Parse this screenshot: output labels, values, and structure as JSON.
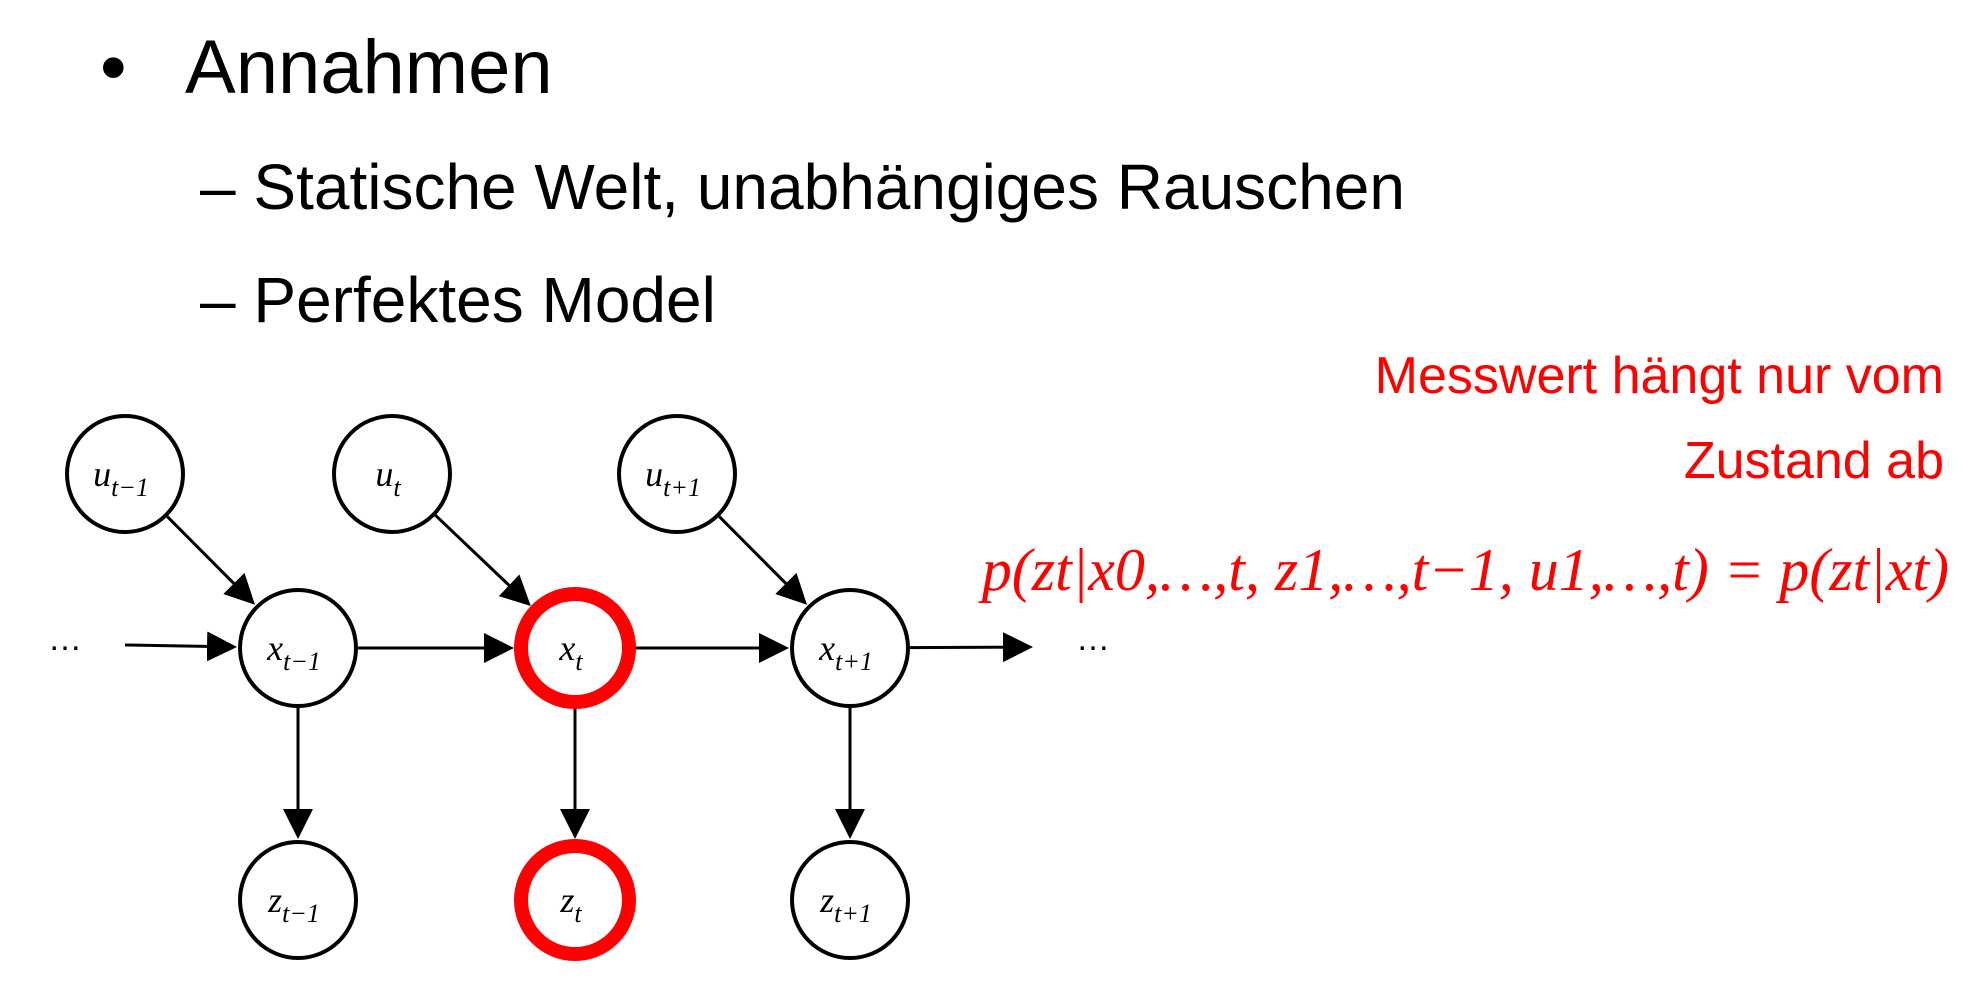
{
  "bullets": {
    "main": "Annahmen",
    "sub": [
      "– Statische Welt, unabhängiges Rauschen",
      "– Perfektes Model"
    ]
  },
  "annotation": {
    "line1": "Messwert hängt nur vom",
    "line2": "Zustand ab",
    "formula": "p(zt|x0,…,t, z1,…,t−1, u1,…,t) = p(zt|xt)"
  },
  "diagram": {
    "nodes": [
      {
        "id": "u_tm1",
        "base": "u",
        "sub": "t−1",
        "highlighted": false
      },
      {
        "id": "u_t",
        "base": "u",
        "sub": "t",
        "highlighted": false
      },
      {
        "id": "u_tp1",
        "base": "u",
        "sub": "t+1",
        "highlighted": false
      },
      {
        "id": "x_tm1",
        "base": "x",
        "sub": "t−1",
        "highlighted": false
      },
      {
        "id": "x_t",
        "base": "x",
        "sub": "t",
        "highlighted": true
      },
      {
        "id": "x_tp1",
        "base": "x",
        "sub": "t+1",
        "highlighted": false
      },
      {
        "id": "z_tm1",
        "base": "z",
        "sub": "t−1",
        "highlighted": false
      },
      {
        "id": "z_t",
        "base": "z",
        "sub": "t",
        "highlighted": true
      },
      {
        "id": "z_tp1",
        "base": "z",
        "sub": "t+1",
        "highlighted": false
      }
    ],
    "edges": [
      {
        "from": "u_tm1",
        "to": "x_tm1"
      },
      {
        "from": "u_t",
        "to": "x_t"
      },
      {
        "from": "u_tp1",
        "to": "x_tp1"
      },
      {
        "from": "x_tm1",
        "to": "x_t"
      },
      {
        "from": "x_t",
        "to": "x_tp1"
      },
      {
        "from": "x_tm1",
        "to": "z_tm1"
      },
      {
        "from": "x_t",
        "to": "z_t"
      },
      {
        "from": "x_tp1",
        "to": "z_tp1"
      },
      {
        "from": "ellipsis_left",
        "to": "x_tm1"
      },
      {
        "from": "x_tp1",
        "to": "ellipsis_right"
      }
    ],
    "ellipsis": "…",
    "colors": {
      "highlight": "#ff0000",
      "default": "#000000"
    }
  }
}
